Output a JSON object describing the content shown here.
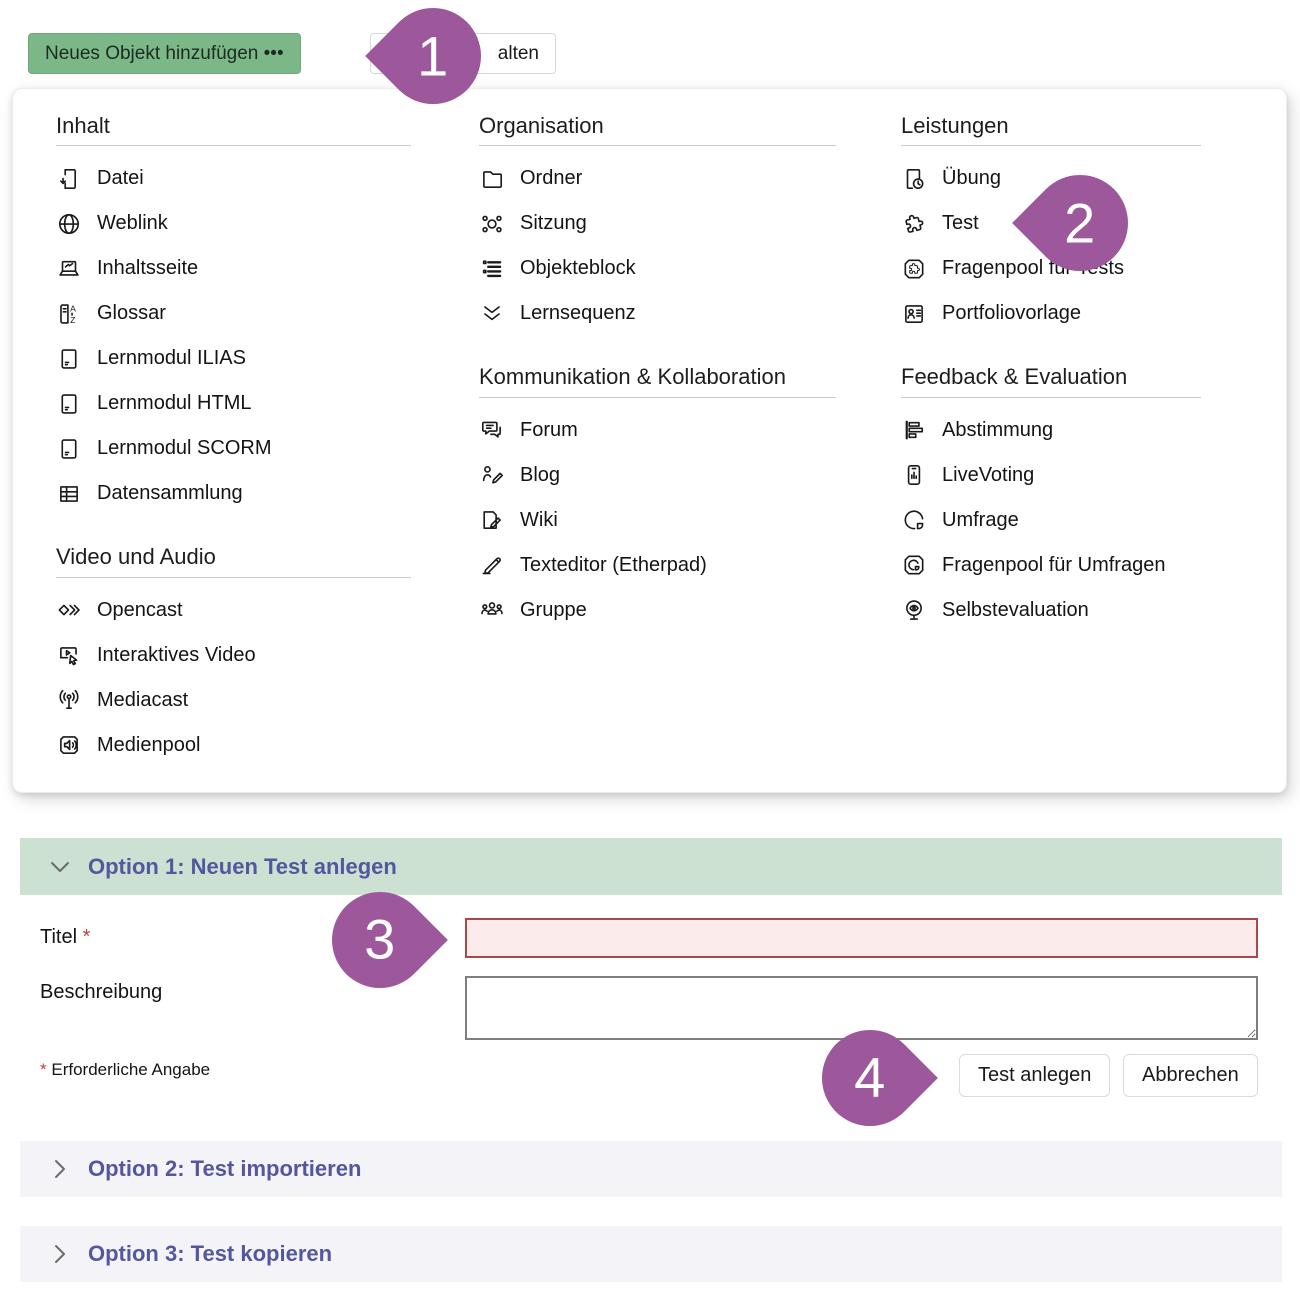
{
  "toolbar": {
    "add_object_button": "Neues Objekt hinzufügen •••",
    "partial_button_label": "alten"
  },
  "menu": {
    "columns": [
      {
        "sections": [
          {
            "title": "Inhalt",
            "items": [
              {
                "icon": "file-icon",
                "label": "Datei"
              },
              {
                "icon": "globe-icon",
                "label": "Weblink"
              },
              {
                "icon": "content-page-icon",
                "label": "Inhaltsseite"
              },
              {
                "icon": "glossary-icon",
                "label": "Glossar"
              },
              {
                "icon": "learning-module-icon",
                "label": "Lernmodul ILIAS"
              },
              {
                "icon": "learning-module-icon",
                "label": "Lernmodul HTML"
              },
              {
                "icon": "learning-module-icon",
                "label": "Lernmodul SCORM"
              },
              {
                "icon": "data-table-icon",
                "label": "Datensammlung"
              }
            ]
          },
          {
            "title": "Video und Audio",
            "items": [
              {
                "icon": "opencast-icon",
                "label": "Opencast"
              },
              {
                "icon": "interactive-video-icon",
                "label": "Interaktives Video"
              },
              {
                "icon": "broadcast-icon",
                "label": "Mediacast"
              },
              {
                "icon": "media-pool-icon",
                "label": "Medienpool"
              }
            ]
          }
        ]
      },
      {
        "sections": [
          {
            "title": "Organisation",
            "items": [
              {
                "icon": "folder-icon",
                "label": "Ordner"
              },
              {
                "icon": "session-icon",
                "label": "Sitzung"
              },
              {
                "icon": "object-block-icon",
                "label": "Objekteblock"
              },
              {
                "icon": "learning-sequence-icon",
                "label": "Lernsequenz"
              }
            ]
          },
          {
            "title": "Kommunikation & Kollabo­ration",
            "items": [
              {
                "icon": "forum-icon",
                "label": "Forum"
              },
              {
                "icon": "blog-icon",
                "label": "Blog"
              },
              {
                "icon": "wiki-icon",
                "label": "Wiki"
              },
              {
                "icon": "text-editor-icon",
                "label": "Texteditor (Etherpad)"
              },
              {
                "icon": "group-icon",
                "label": "Gruppe"
              }
            ]
          }
        ]
      },
      {
        "sections": [
          {
            "title": "Leistungen",
            "items": [
              {
                "icon": "exercise-icon",
                "label": "Übung"
              },
              {
                "icon": "test-puzzle-icon",
                "label": "Test"
              },
              {
                "icon": "question-pool-test-icon",
                "label": "Fragenpool für Tests"
              },
              {
                "icon": "portfolio-template-icon",
                "label": "Portfoliovorlage"
              }
            ]
          },
          {
            "title": "Feedback & Evaluation",
            "items": [
              {
                "icon": "poll-icon",
                "label": "Abstimmung"
              },
              {
                "icon": "live-voting-icon",
                "label": "LiveVoting"
              },
              {
                "icon": "survey-icon",
                "label": "Umfrage"
              },
              {
                "icon": "question-pool-survey-icon",
                "label": "Fragenpool für Umfragen"
              },
              {
                "icon": "self-evaluation-icon",
                "label": "Selbstevaluation"
              }
            ]
          }
        ]
      }
    ]
  },
  "callouts": [
    "1",
    "2",
    "3",
    "4"
  ],
  "form": {
    "option1_title": "Option 1: Neuen Test anlegen",
    "title_label": "Titel",
    "required_star": "*",
    "title_value": "",
    "description_label": "Beschreibung",
    "required_note": "Erforderliche Angabe",
    "submit_label": "Test anlegen",
    "cancel_label": "Abbrechen",
    "option2_title": "Option 2: Test importieren",
    "option3_title": "Option 3: Test kopieren"
  },
  "colors": {
    "button_green": "#7cb787",
    "section_green": "#cde1d3",
    "section_gray": "#f4f3f7",
    "heading_purple": "#54579d",
    "callout_purple": "#9c589b",
    "error_border": "#a84848",
    "error_background": "#fbebeb"
  }
}
